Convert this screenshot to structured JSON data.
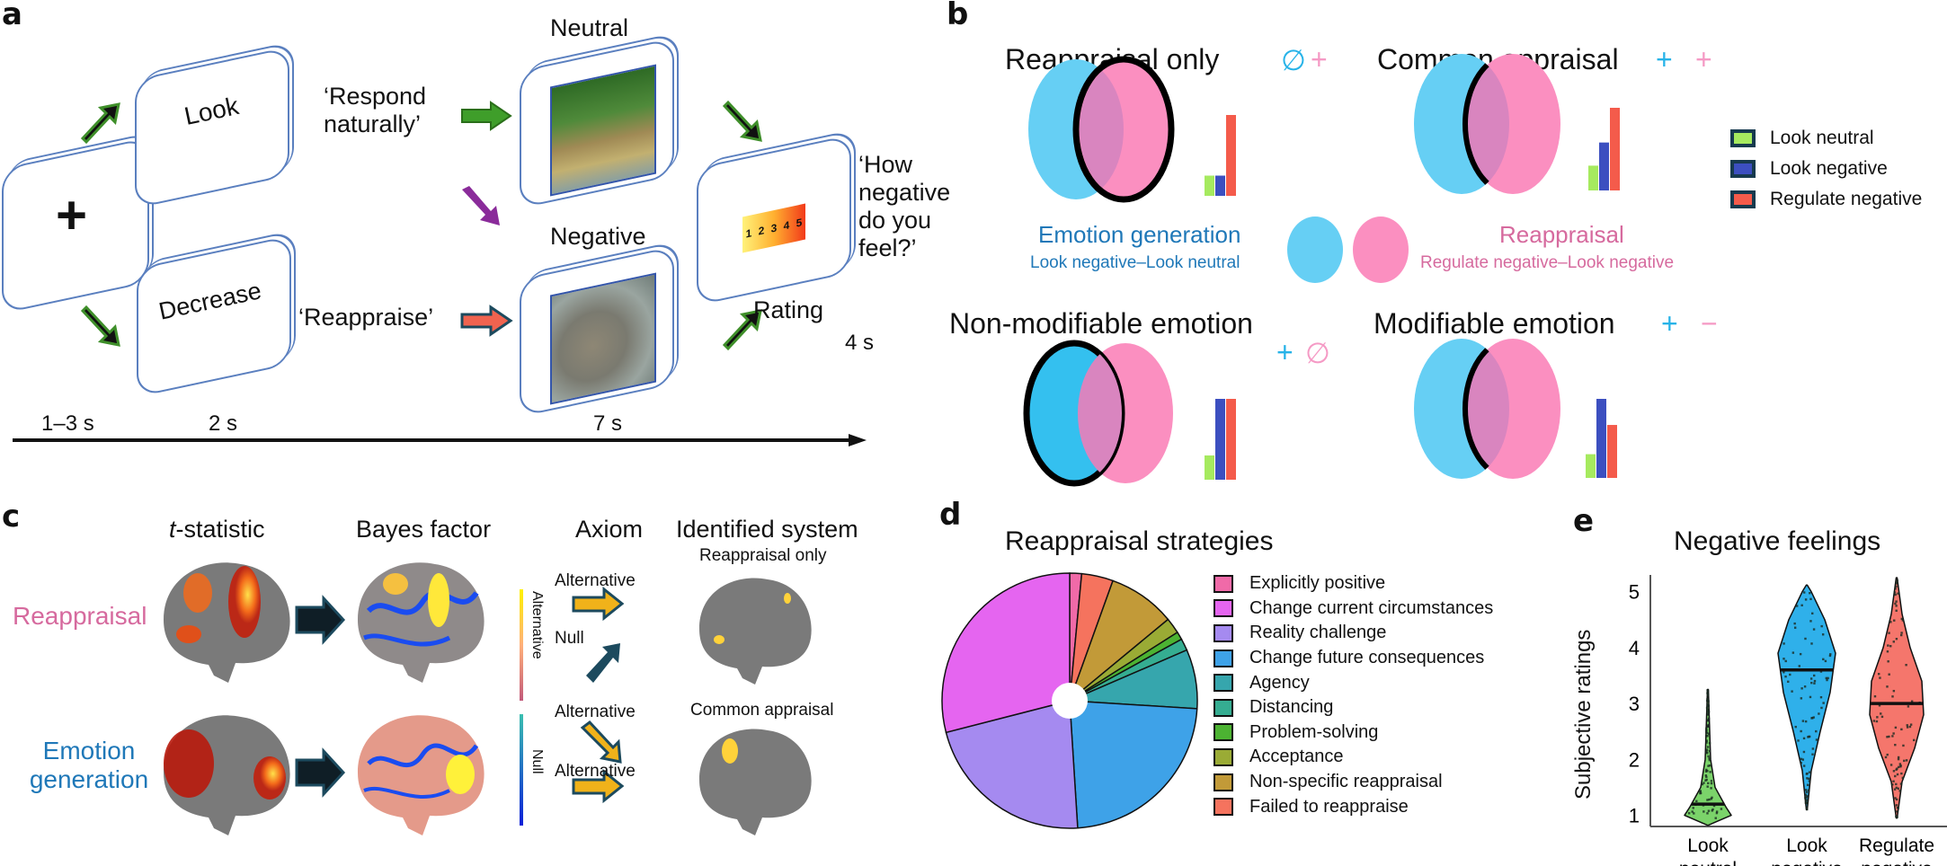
{
  "panels": {
    "a": "a",
    "b": "b",
    "c": "c",
    "d": "d",
    "e": "e"
  },
  "panel_a": {
    "fixation_symbol": "+",
    "look_label": "Look",
    "decrease_label": "Decrease",
    "respond_naturally": "‘Respond naturally’",
    "reappraise": "‘Reappraise’",
    "neutral_label": "Neutral",
    "negative_label": "Negative",
    "rating_question": "‘How negative do you feel?’",
    "rating_label": "Rating",
    "rating_scale": [
      "1",
      "2",
      "3",
      "4",
      "5"
    ],
    "timeline": [
      "1–3 s",
      "2 s",
      "7 s",
      "4 s"
    ],
    "colors": {
      "card_border": "#5a7fbf",
      "look_arrow": "#3f8f2a",
      "neutral_to_negative_arrow": "#8a2b9a",
      "reappraise_arrow": "#f0634f"
    }
  },
  "panel_b": {
    "quadrants": [
      {
        "title": "Reappraisal only",
        "sign_emotion": "∅",
        "sign_reappraisal": "+",
        "bars": [
          0.25,
          0.25,
          1.0
        ]
      },
      {
        "title": "Common appraisal",
        "sign_emotion": "+",
        "sign_reappraisal": "+",
        "bars": [
          0.3,
          0.58,
          1.0
        ]
      },
      {
        "title": "Non-modifiable emotion",
        "sign_emotion": "+",
        "sign_reappraisal": "∅",
        "bars": [
          0.3,
          1.0,
          1.0
        ]
      },
      {
        "title": "Modifiable emotion",
        "sign_emotion": "+",
        "sign_reappraisal": "−",
        "bars": [
          0.3,
          1.0,
          0.67
        ]
      }
    ],
    "emotion_generation": {
      "title": "Emotion generation",
      "contrast": "Look negative–Look neutral"
    },
    "reappraisal": {
      "title": "Reappraisal",
      "contrast": "Regulate negative–Look negative"
    },
    "legend": [
      "Look neutral",
      "Look negative",
      "Regulate negative"
    ],
    "colors": {
      "emotion": "#5fcdf3",
      "reappraisal": "#fb8fc0",
      "overlap": "#d985bf",
      "look_neutral": "#a6ea5f",
      "look_negative": "#3c4fc0",
      "regulate_negative": "#f45b4b",
      "emotion_text": "#1f78b8",
      "reappraisal_text": "#d66a9e"
    }
  },
  "panel_c": {
    "headers": {
      "tstat_italic": "t",
      "tstat_rest": "-statistic",
      "bayes": "Bayes factor",
      "axiom": "Axiom",
      "identified": "Identified system"
    },
    "rows": [
      {
        "label": "Reappraisal",
        "axiom_top": "Alternative",
        "axiom_bottom": "Null",
        "system": "Reappraisal only"
      },
      {
        "label": "Emotion generation",
        "axiom_top": "Alternative",
        "axiom_bottom": "Alternative",
        "system": "Common appraisal"
      }
    ],
    "colorbar_alternative": "Alternative",
    "colorbar_null": "Null",
    "colors": {
      "reappraisal_text": "#d66a9e",
      "emotion_text": "#1f78b8",
      "arrow_dark": "#1c4a5e",
      "arrow_gold": "#f0b21a"
    }
  },
  "chart_data": [
    {
      "type": "pie",
      "title": "Reappraisal strategies",
      "legend_position": "right",
      "categories": [
        "Explicitly positive",
        "Change current circumstances",
        "Reality challenge",
        "Change future consequences",
        "Agency",
        "Distancing",
        "Problem-solving",
        "Acceptance",
        "Non-specific reappraisal",
        "Failed to reappraise"
      ],
      "values": [
        1.5,
        29,
        22,
        23,
        7.5,
        1.5,
        1,
        2,
        8.5,
        4
      ],
      "units": "percent (approx.)",
      "slice_order_clockwise_from_top": [
        "Explicitly positive",
        "Failed to reappraise",
        "Non-specific reappraisal",
        "Acceptance",
        "Problem-solving",
        "Distancing",
        "Agency",
        "Change future consequences",
        "Reality challenge",
        "Change current circumstances"
      ],
      "colors": {
        "Explicitly positive": "#f06aa8",
        "Change current circumstances": "#e565f0",
        "Reality challenge": "#a58af0",
        "Change future consequences": "#3ea2e8",
        "Agency": "#36a6ad",
        "Distancing": "#35ad91",
        "Problem-solving": "#4cb332",
        "Acceptance": "#9aab35",
        "Non-specific reappraisal": "#c29a38",
        "Failed to reappraise": "#f5735e"
      }
    },
    {
      "type": "violin",
      "title": "Negative feelings",
      "xlabel": "",
      "ylabel": "Subjective ratings",
      "ylim": [
        0.8,
        5.3
      ],
      "yticks": [
        1,
        2,
        3,
        4,
        5
      ],
      "categories": [
        "Look neutral",
        "Look negative",
        "Regulate negative"
      ],
      "category_lines": [
        [
          "Look",
          "neutral"
        ],
        [
          "Look",
          "negative"
        ],
        [
          "Regulate",
          "negative"
        ]
      ],
      "means": [
        1.2,
        3.6,
        3.0
      ],
      "ranges": [
        [
          0.8,
          3.2
        ],
        [
          1.1,
          5.1
        ],
        [
          0.95,
          5.2
        ]
      ],
      "colors": [
        "#7bd36a",
        "#2fb0ea",
        "#f5766c"
      ]
    }
  ]
}
